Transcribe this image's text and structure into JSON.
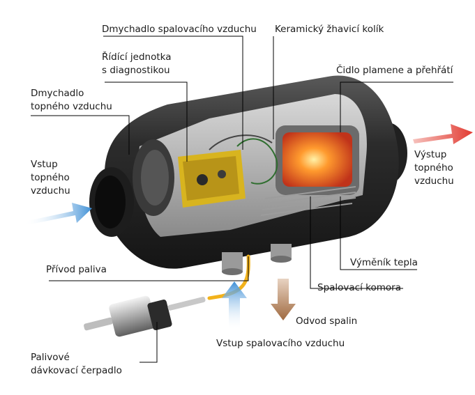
{
  "labels": {
    "dmychadlo_spalovaciho": "Dmychadlo spalovacího vzduchu",
    "keramicky_kolik": "Keramický žhavicí kolík",
    "ridici_jednotka": [
      "Řídící jednotka",
      "s diagnostikou"
    ],
    "cidlo_plamene": "Čidlo plamene a přehřátí",
    "dmychadlo_topneho": [
      "Dmychadlo",
      "topného vzduchu"
    ],
    "vstup_topneho": [
      "Vstup",
      "topného",
      "vzduchu"
    ],
    "vystup_topneho": [
      "Výstup",
      "topného",
      "vzduchu"
    ],
    "privod_paliva": "Přívod paliva",
    "vymenik_tepla": "Výměník tepla",
    "spalovaci_komora": "Spalovací komora",
    "odvod_spalin": "Odvod spalin",
    "vstup_spalovaciho": "Vstup spalovacího vzduchu",
    "palivove_cerpadlo": [
      "Palivové",
      "dávkovací čerpadlo"
    ]
  },
  "colors": {
    "inlet_air": "#3d8fd6",
    "outlet_air": "#e23b32",
    "exhaust": "#b07a4e",
    "fuel_line": "#f2b21b",
    "housing": "#2a2a2a",
    "flame": "#f36a1c"
  }
}
